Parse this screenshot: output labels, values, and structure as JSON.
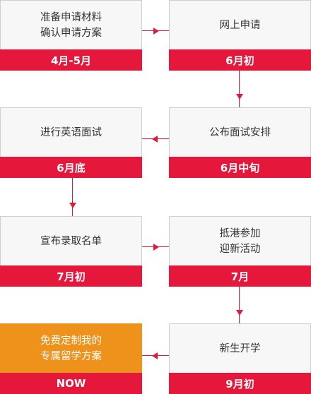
{
  "steps": [
    {
      "line1": "准备申请材料",
      "line2": "确认申请方案",
      "time": "4月-5月"
    },
    {
      "line1": "网上申请",
      "line2": "",
      "time": "6月初"
    },
    {
      "line1": "公布面试安排",
      "line2": "",
      "time": "6月中旬"
    },
    {
      "line1": "进行英语面试",
      "line2": "",
      "time": "6月底"
    },
    {
      "line1": "宣布录取名单",
      "line2": "",
      "time": "7月初"
    },
    {
      "line1": "抵港参加",
      "line2": "迎新活动",
      "time": "7月"
    },
    {
      "line1": "新生开学",
      "line2": "",
      "time": "9月初"
    },
    {
      "line1": "免费定制我的",
      "line2": "专属留学方案",
      "time": "NOW"
    }
  ],
  "colors": {
    "accent": "#e5183b",
    "highlight": "#ef921c",
    "box_bg": "#f7f7f7"
  }
}
